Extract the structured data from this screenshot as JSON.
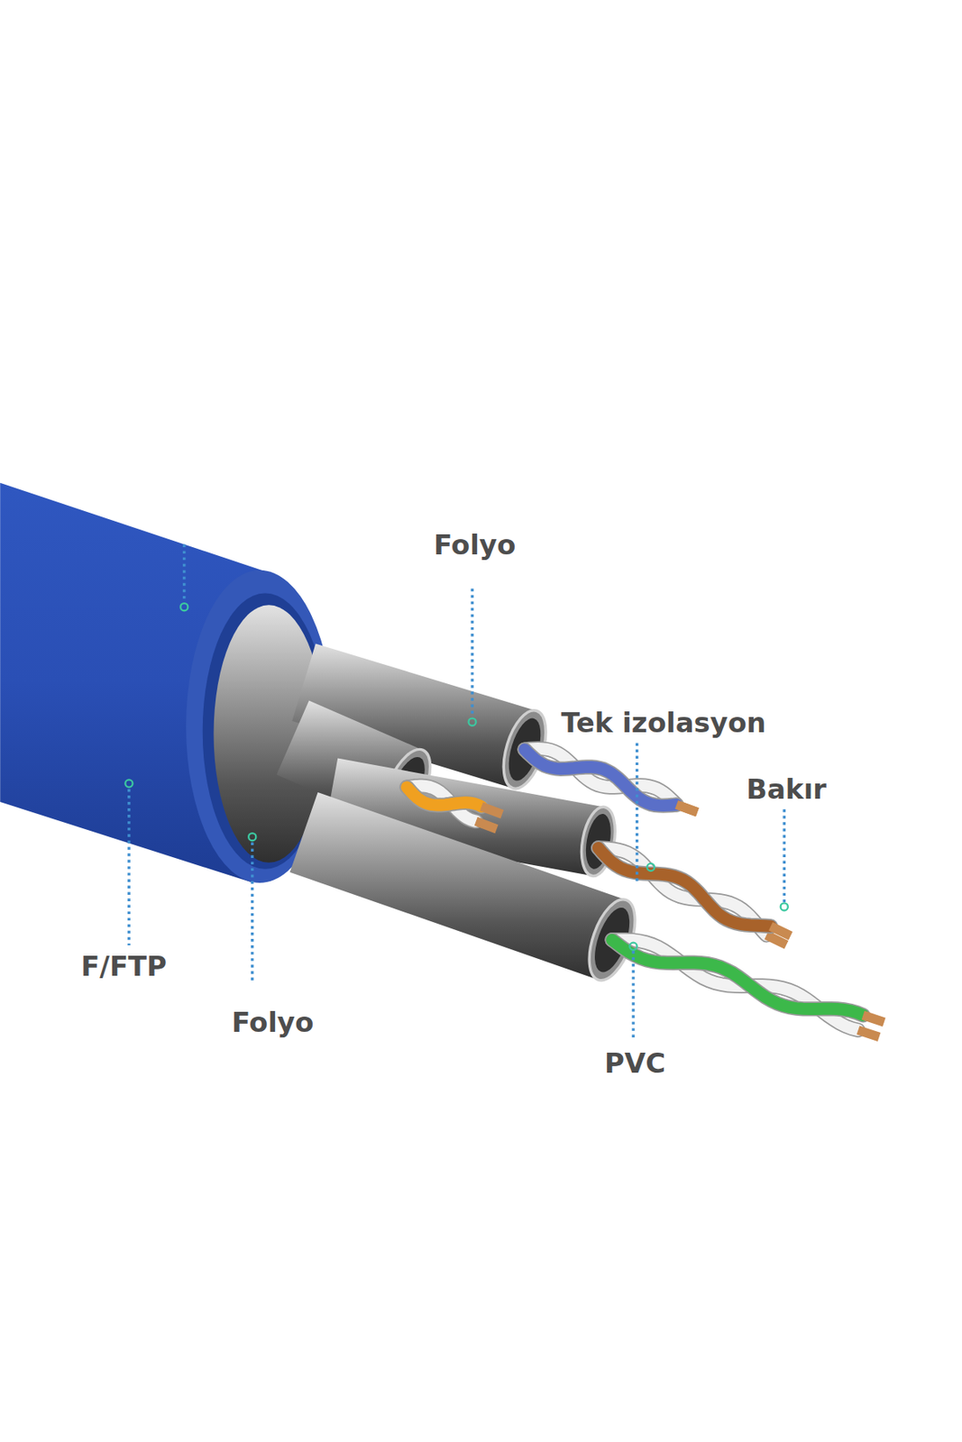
{
  "diagram": {
    "labels": [
      "Folyo",
      "Tek izolasyon",
      "Bakır",
      "F/FTP",
      "Folyo",
      "PVC"
    ]
  }
}
